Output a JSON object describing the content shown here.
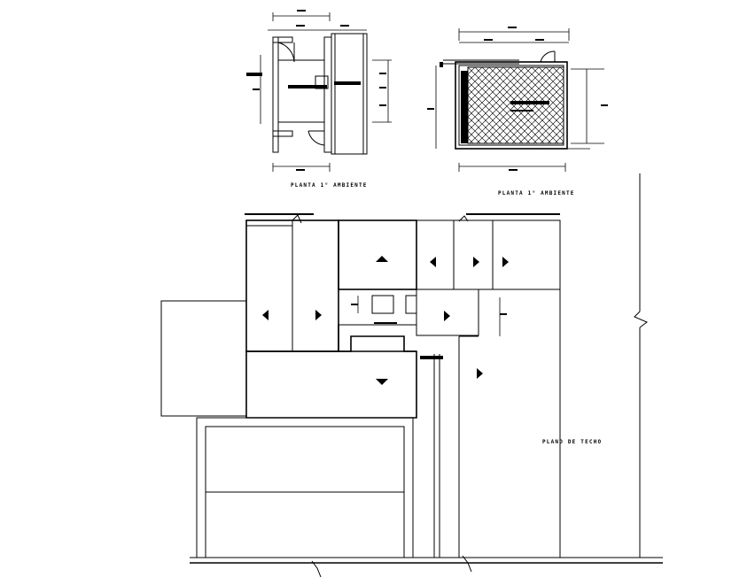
{
  "labels": {
    "detail_left": "PLANTA 1° AMBIENTE",
    "detail_right": "PLANTA 1° AMBIENTE",
    "site_plan": "PLANO DE TECHO"
  },
  "colors": {
    "line": "#000000",
    "background": "#ffffff"
  }
}
